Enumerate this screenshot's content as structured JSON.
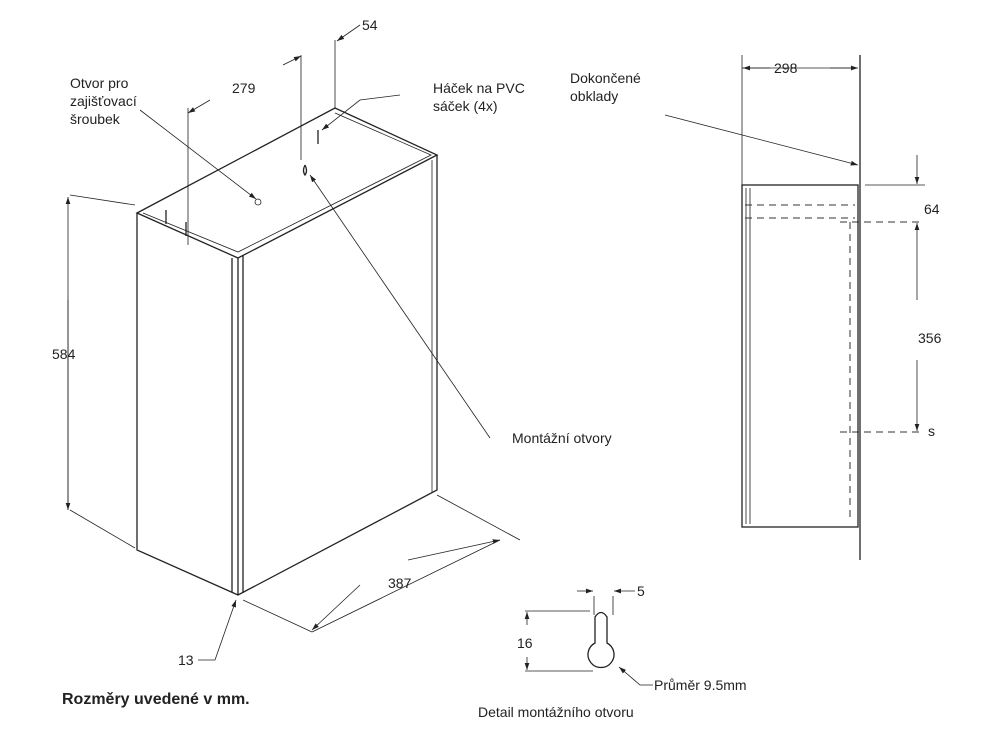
{
  "labels": {
    "screw_hole": [
      "Otvor pro",
      "zajišťovací",
      "šroubek"
    ],
    "hook": [
      "Háček na PVC",
      "sáček (4x)"
    ],
    "finish": [
      "Dokončené",
      "obklady"
    ],
    "mount_holes": "Montážní otvory",
    "diameter": "Průměr 9.5mm",
    "detail_caption": "Detail montážního otvoru",
    "units_note": "Rozměry uvedené v mm."
  },
  "dimensions": {
    "d54": "54",
    "d279": "279",
    "d584": "584",
    "d387": "387",
    "d13": "13",
    "d298": "298",
    "d64": "64",
    "d356": "356",
    "ds": "s",
    "d5": "5",
    "d16": "16"
  }
}
